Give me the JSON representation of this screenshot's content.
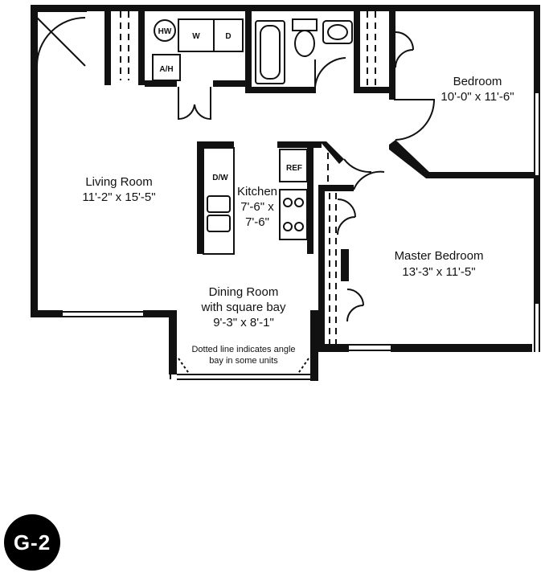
{
  "rooms": {
    "living": {
      "name": "Living Room",
      "dims": "11'-2\" x 15'-5\""
    },
    "kitchen": {
      "name": "Kitchen",
      "dims1": "7'-6\" x",
      "dims2": "7'-6\""
    },
    "dining": {
      "name1": "Dining Room",
      "name2": "with square bay",
      "dims": "9'-3\" x 8'-1\""
    },
    "bedroom": {
      "name": "Bedroom",
      "dims": "10'-0\" x 11'-6\""
    },
    "master": {
      "name": "Master Bedroom",
      "dims": "13'-3\" x 11'-5\""
    }
  },
  "fixtures": {
    "hw": "HW",
    "washer": "W",
    "dryer": "D",
    "ah": "A/H",
    "dw": "D/W",
    "ref": "REF"
  },
  "note": {
    "line1": "Dotted line indicates angle",
    "line2": "bay in some units"
  },
  "unit_badge": "G-2"
}
